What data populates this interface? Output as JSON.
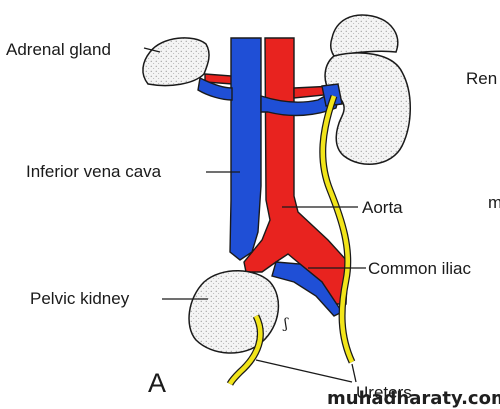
{
  "labels": {
    "adrenal_gland": "Adrenal gland",
    "inferior_vena_cava": "Inferior vena cava",
    "aorta": "Aorta",
    "common_iliac": "Common iliac",
    "pelvic_kidney": "Pelvic kidney",
    "ureters": "Ureters",
    "panel_letter": "A",
    "right_edge_top": "Ren",
    "right_edge_mid": "m"
  },
  "watermark": "muhadharaty.com",
  "colors": {
    "vena_cava": "#1f4fd6",
    "aorta": "#e8231f",
    "ureter": "#f2e51a",
    "kidney_fill": "#ececec",
    "outline": "#1a1a1a"
  }
}
